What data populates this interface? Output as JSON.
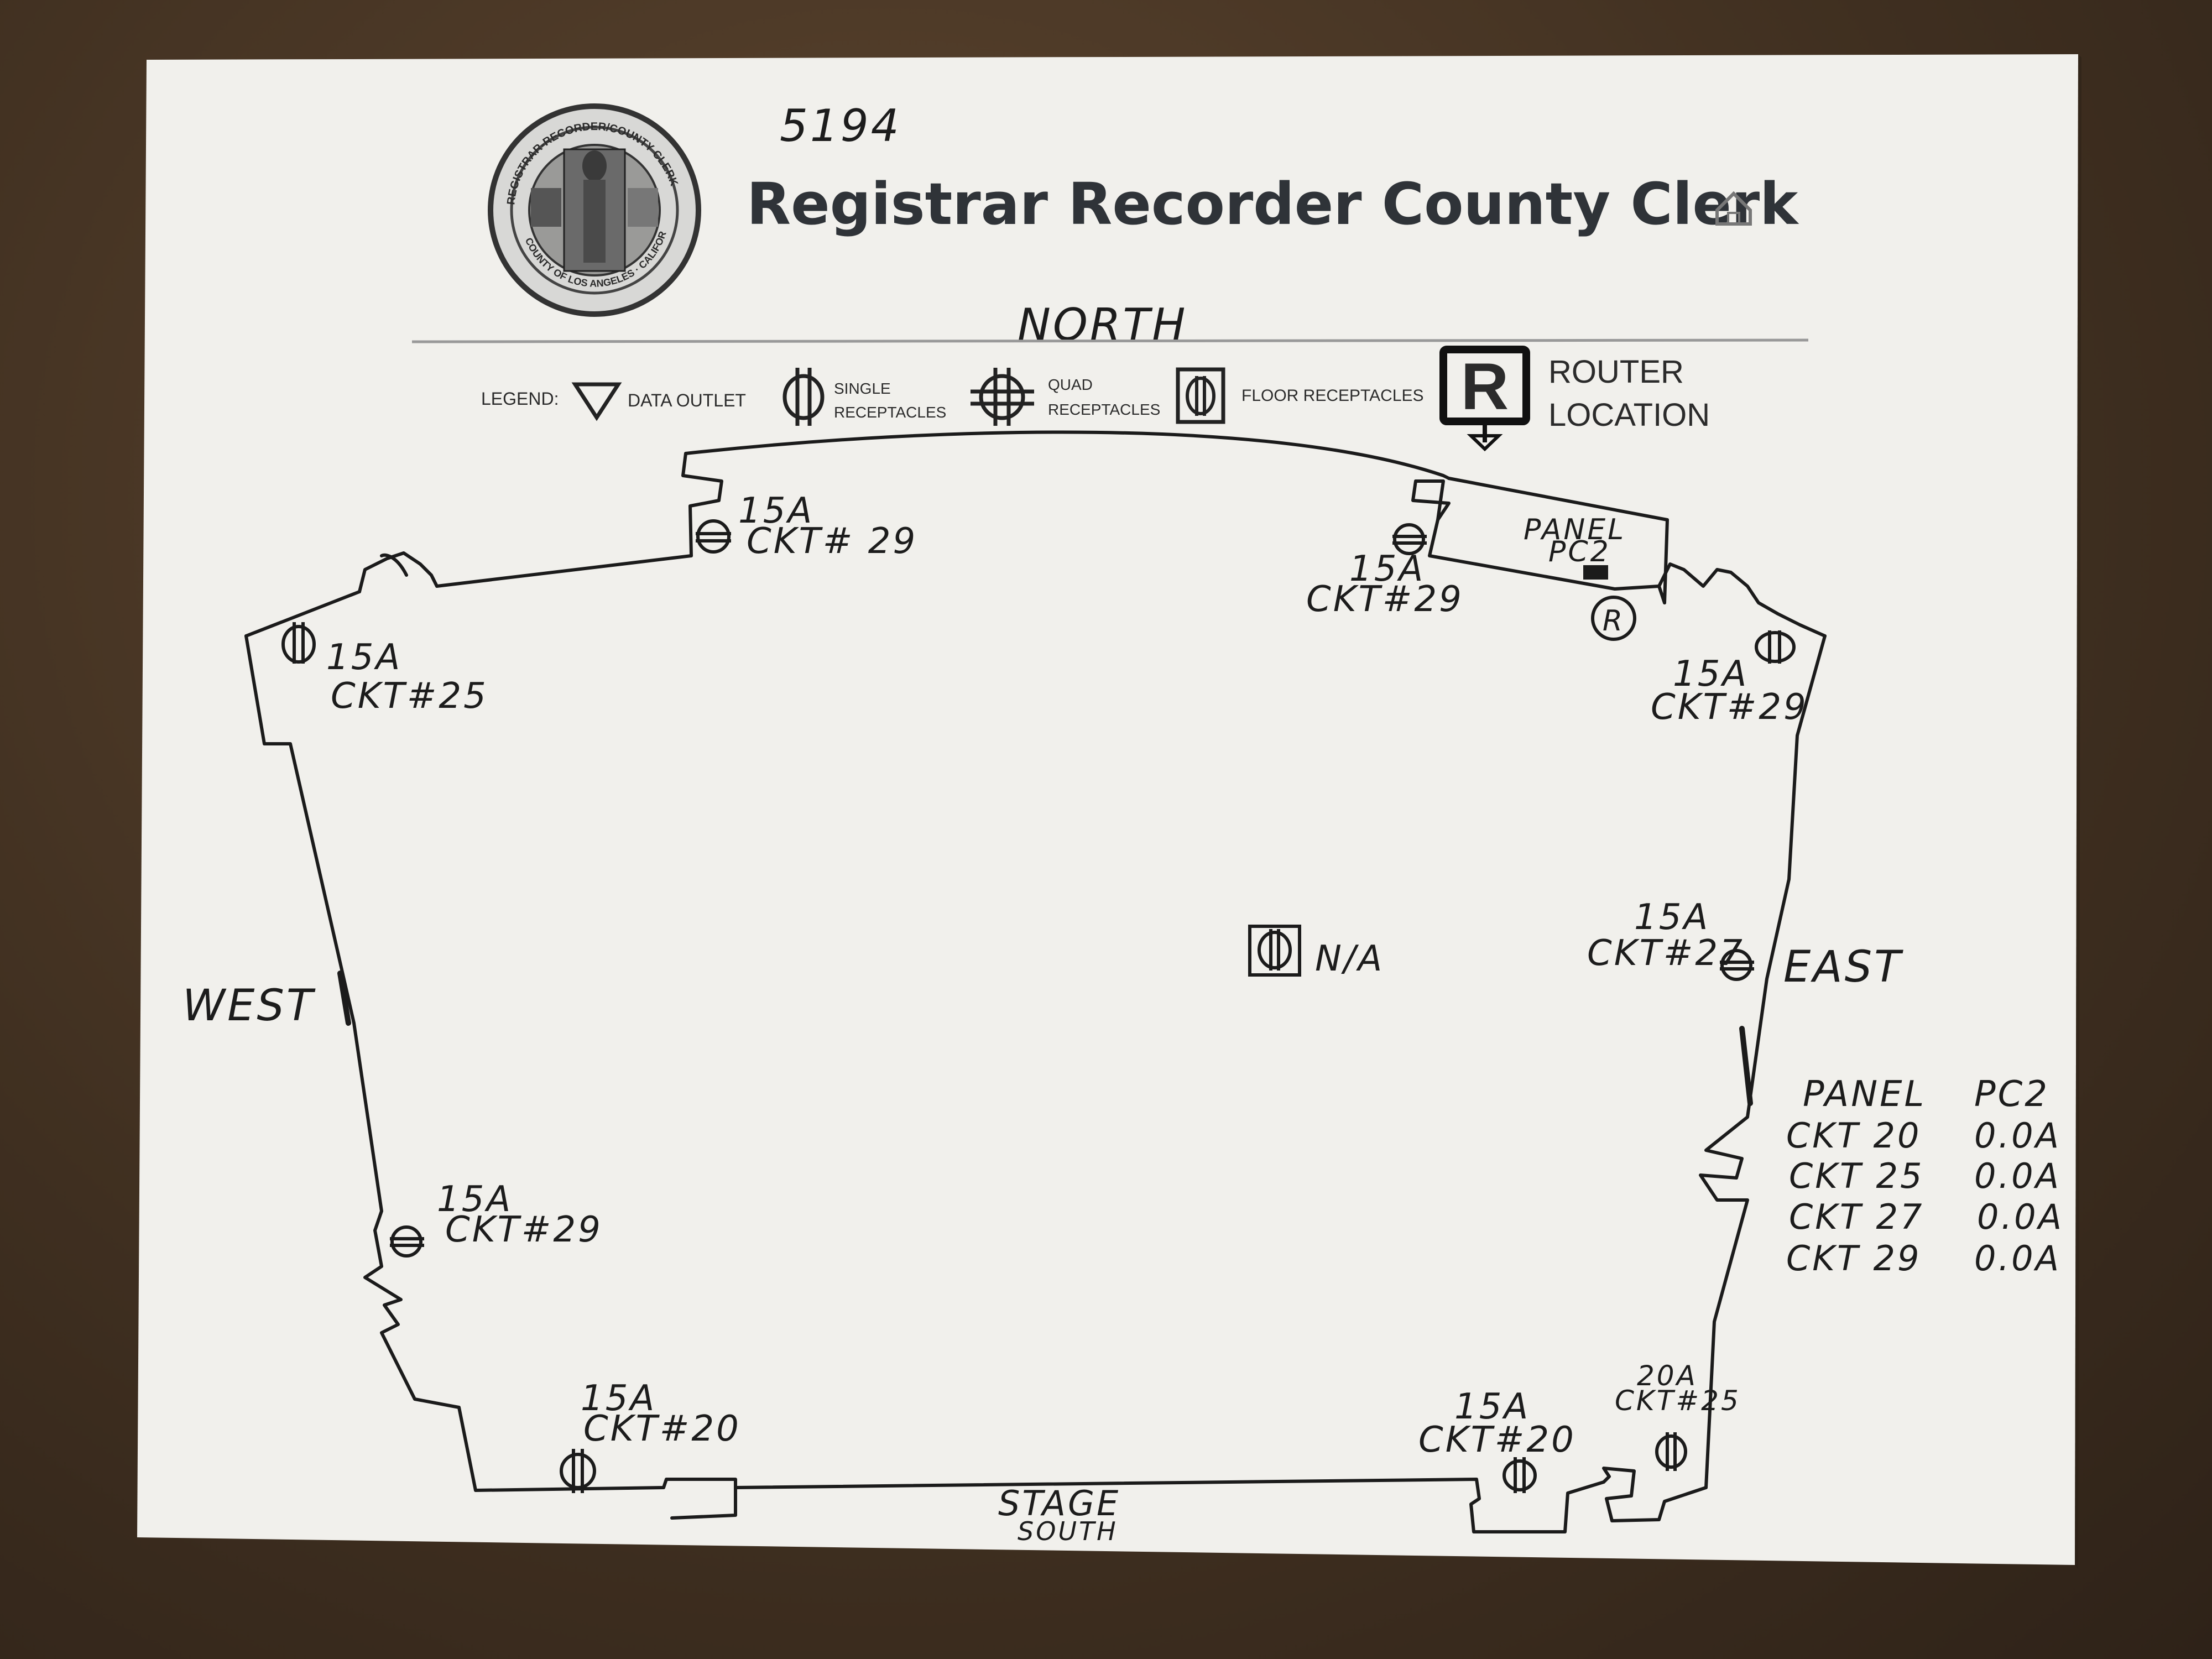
{
  "header": {
    "sheet_number": "5194",
    "title": "Registrar Recorder County Clerk",
    "seal_text": "REGISTRAR-RECORDER/COUNTY CLERK",
    "seal_text_bottom": "COUNTY OF LOS ANGELES · CALIFORNIA",
    "home_icon": "home-icon"
  },
  "legend": {
    "label": "LEGEND:",
    "items": [
      {
        "icon": "data-outlet-icon",
        "label": "DATA OUTLET"
      },
      {
        "icon": "single-receptacle-icon",
        "label_1": "SINGLE",
        "label_2": "RECEPTACLES"
      },
      {
        "icon": "quad-receptacle-icon",
        "label_1": "QUAD",
        "label_2": "RECEPTACLES"
      },
      {
        "icon": "floor-receptacle-icon",
        "label": "FLOOR RECEPTACLES"
      },
      {
        "icon": "router-icon",
        "glyph": "R",
        "label_1": "ROUTER",
        "label_2": "LOCATION"
      }
    ]
  },
  "compass": {
    "north": "NORTH",
    "west": "WEST",
    "east": "EAST",
    "south_1": "STAGE",
    "south_2": "SOUTH"
  },
  "panel_label": {
    "line_1": "PANEL",
    "line_2": "PC2"
  },
  "router_marker": "R",
  "receptacles": [
    {
      "amps": "15A",
      "circuit": "CKT# 29"
    },
    {
      "amps": "15A",
      "circuit": "CKT#29"
    },
    {
      "amps": "15A",
      "circuit": "CKT#25"
    },
    {
      "amps": "15A",
      "circuit": "CKT#29"
    },
    {
      "amps": "15A",
      "circuit": "CKT#27"
    },
    {
      "amps": "15A",
      "circuit": "CKT#29"
    },
    {
      "amps": "15A",
      "circuit": "CKT#20"
    },
    {
      "amps": "15A",
      "circuit": "CKT#20"
    },
    {
      "amps": "20A",
      "circuit": "CKT#25"
    }
  ],
  "floor_receptacle_note": "N/A",
  "panel_table": {
    "header_1": "PANEL",
    "header_2": "PC2",
    "rows": [
      {
        "circuit": "CKT 20",
        "load": "0.0A"
      },
      {
        "circuit": "CKT 25",
        "load": "0.0A"
      },
      {
        "circuit": "CKT 27",
        "load": "0.0A"
      },
      {
        "circuit": "CKT 29",
        "load": "0.0A"
      }
    ]
  }
}
